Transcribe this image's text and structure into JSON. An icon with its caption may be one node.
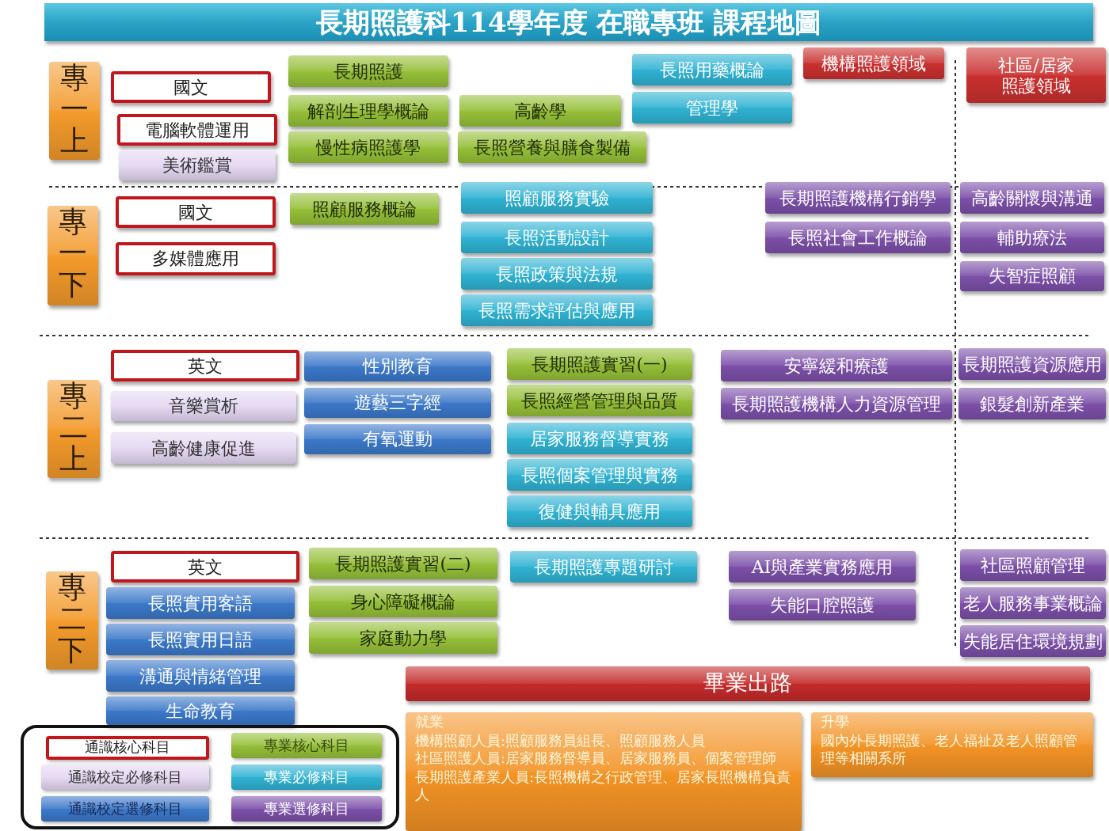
{
  "diagram": {
    "title": "長期照護科114學年度 在職專班 課程地圖",
    "nodes": [
      {
        "text": [
          "專一上"
        ]
      },
      {
        "text": [
          "國文"
        ]
      },
      {
        "text": [
          "電腦軟體運用"
        ]
      },
      {
        "text": [
          "美術鑑賞"
        ]
      },
      {
        "text": [
          "長期照護"
        ]
      },
      {
        "text": [
          "解剖生理學概論"
        ]
      },
      {
        "text": [
          "慢性病照護學"
        ]
      },
      {
        "text": [
          "高齡學"
        ]
      },
      {
        "text": [
          "長照營養與膳食製備"
        ]
      },
      {
        "text": [
          "長照用藥概論"
        ]
      },
      {
        "text": [
          "管理學"
        ]
      },
      {
        "text": [
          "機構照護領域"
        ]
      },
      {
        "text": [
          "社區/居家照護領域"
        ]
      },
      {
        "text": [
          "專一下"
        ]
      },
      {
        "text": [
          "國文"
        ]
      },
      {
        "text": [
          "多媒體應用"
        ]
      },
      {
        "text": [
          "照顧服務概論"
        ]
      },
      {
        "text": [
          "照顧服務實驗"
        ]
      },
      {
        "text": [
          "長照活動設計"
        ]
      },
      {
        "text": [
          "長照政策與法規"
        ]
      },
      {
        "text": [
          "長照需求評估與應用"
        ]
      },
      {
        "text": [
          "長期照護機構行銷學"
        ]
      },
      {
        "text": [
          "長照社會工作概論"
        ]
      },
      {
        "text": [
          "高齡關懷與溝通"
        ]
      },
      {
        "text": [
          "輔助療法"
        ]
      },
      {
        "text": [
          "失智症照顧"
        ]
      },
      {
        "text": [
          "專二上"
        ]
      },
      {
        "text": [
          "英文"
        ]
      },
      {
        "text": [
          "音樂賞析"
        ]
      },
      {
        "text": [
          "高齡健康促進"
        ]
      },
      {
        "text": [
          "性別教育"
        ]
      },
      {
        "text": [
          "遊藝三字經"
        ]
      },
      {
        "text": [
          "有氧運動"
        ]
      },
      {
        "text": [
          "長期照護實習(一)"
        ]
      },
      {
        "text": [
          "長照經營管理與品質"
        ]
      },
      {
        "text": [
          "居家服務督導實務"
        ]
      },
      {
        "text": [
          "長照個案管理與實務"
        ]
      },
      {
        "text": [
          "復健與輔具應用"
        ]
      },
      {
        "text": [
          "安寧緩和療護"
        ]
      },
      {
        "text": [
          "長期照護機構人力資源管理"
        ]
      },
      {
        "text": [
          "長期照護資源應用"
        ]
      },
      {
        "text": [
          "銀髮創新產業"
        ]
      },
      {
        "text": [
          "專二下"
        ]
      },
      {
        "text": [
          "英文"
        ]
      },
      {
        "text": [
          "長照實用客語"
        ]
      },
      {
        "text": [
          "長照實用日語"
        ]
      },
      {
        "text": [
          "溝通與情緒管理"
        ]
      },
      {
        "text": [
          "生命教育"
        ]
      },
      {
        "text": [
          "長期照護實習(二)"
        ]
      },
      {
        "text": [
          "身心障礙概論"
        ]
      },
      {
        "text": [
          "家庭動力學"
        ]
      },
      {
        "text": [
          "長期照護專題研討"
        ]
      },
      {
        "text": [
          "AI與產業實務應用"
        ]
      },
      {
        "text": [
          "失能口腔照護"
        ]
      },
      {
        "text": [
          "社區照顧管理"
        ]
      },
      {
        "text": [
          "老人服務事業概論"
        ]
      },
      {
        "text": [
          "失能居住環境規劃"
        ]
      },
      {
        "text": [
          "畢業出路"
        ]
      },
      {
        "text": [
          "就業",
          "機構照顧人員:照顧服務員組長、照顧服務人員",
          "社區照護人員:居家服務督導員、居家服務員、個案管理師",
          "長期照護產業人員:長照機構之行政管理、居家長照機構負責人"
        ]
      },
      {
        "text": [
          "升學",
          "國內外長期照護、老人福祉及老人照顧管理等相關系所"
        ]
      }
    ],
    "legend": [
      {
        "text": "通識核心科目",
        "color": "#ffffff"
      },
      {
        "text": "專業核心科目",
        "color": "#95bf38"
      },
      {
        "text": "通識校定必修科目",
        "color": "#e4d8f2"
      },
      {
        "text": "專業必修科目",
        "color": "#2fb2d2"
      },
      {
        "text": "通識校定選修科目",
        "color": "#3b78c9"
      },
      {
        "text": "專業選修科目",
        "color": "#7b4fa8"
      }
    ]
  }
}
